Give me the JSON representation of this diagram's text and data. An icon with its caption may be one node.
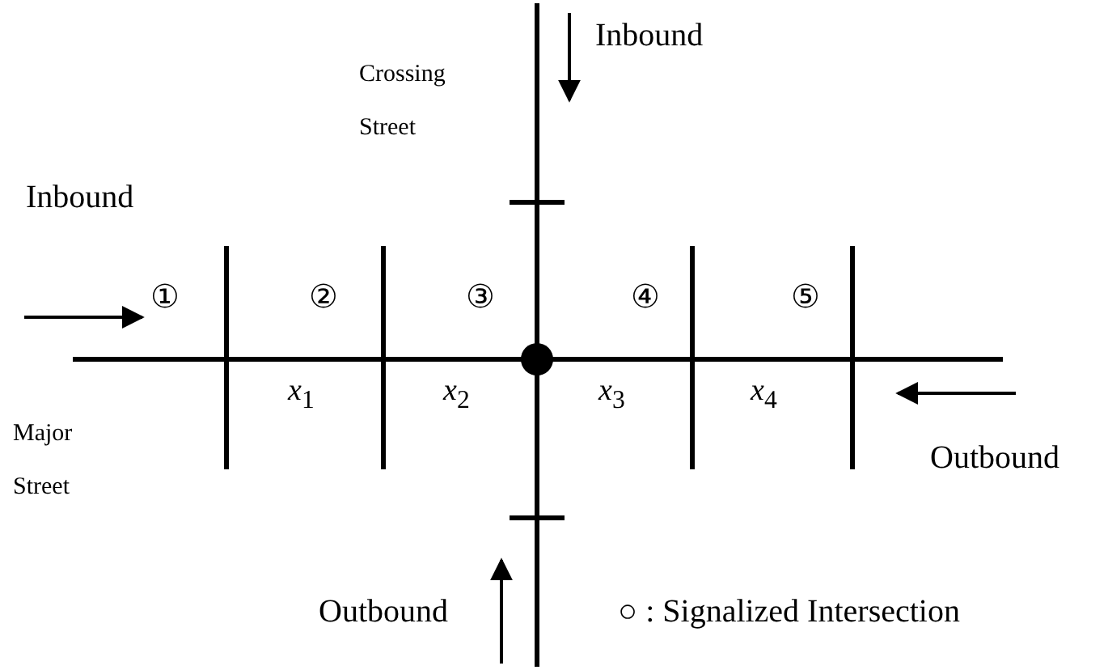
{
  "diagram": {
    "labels": [
      "Inbound",
      "Crossing Street",
      "Inbound",
      "①",
      "②",
      "③",
      "④",
      "⑤",
      "Major Street",
      "*x*$_{1}$",
      "*x*$_{2}$",
      "*x*$_{3}$",
      "*x*$_{4}$",
      "Outbound",
      "Outbound",
      "○ : Signalized Intersection"
    ]
  }
}
